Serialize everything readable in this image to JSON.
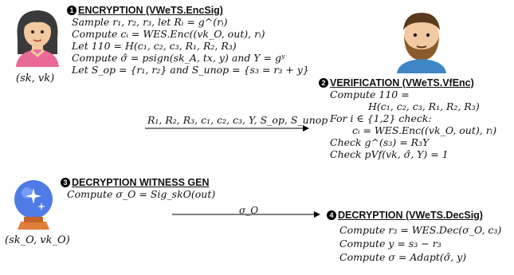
{
  "encryption": {
    "number": "1",
    "heading": "ENCRYPTION (VWeTS.EncSig)",
    "lines": [
      "Sample r₁, r₂, r₃, let Rᵢ = g^(rᵢ)",
      "Compute cᵢ = WES.Enc((vk_O, out), rᵢ)",
      "Let 110 = H(c₁, c₂, c₃, R₁, R₂, R₃)",
      "Compute σ̂ = psign(sk_A, tx, y) and Y = gʸ",
      "Let S_op = {r₁, r₂} and S_unop = {s₃ = r₃ + y}"
    ]
  },
  "sender_label": "(sk, vk)",
  "message_1": "R₁, R₂, R₃, c₁, c₂, c₃, Y, S_op, S_unop",
  "verification": {
    "number": "2",
    "heading": "VERIFICATION (VWeTS.VfEnc)",
    "lines": [
      "Compute 110 =",
      "H(c₁, c₂, c₃, R₁, R₂, R₃)",
      "For i ∈ {1,2} check:",
      "cᵢ = WES.Enc((vk_O, out), rᵢ)",
      "Check g^(s₃) = R₃Y",
      "Check pVf(vk, σ̂, Y) = 1"
    ]
  },
  "witness": {
    "number": "3",
    "heading": "DECRYPTION WITNESS GEN",
    "lines": [
      "Compute σ_O = Sig_skO(out)"
    ]
  },
  "oracle_label": "(sk_O, vk_O)",
  "message_2": "σ_O",
  "decryption": {
    "number": "4",
    "heading": "DECRYPTION (VWeTS.DecSig)",
    "lines": [
      "Compute r₃ = WES.Dec(σ_O, c₃)",
      "Compute y = s₃ − r₃",
      "Compute σ = Adapt(σ̂, y)"
    ]
  },
  "colors": {
    "skin": "#F2C9A0",
    "hair": "#3A3A3A",
    "shirt_pink": "#E96A98",
    "beard": "#8B5A2B",
    "shirt_blue": "#3F86C6",
    "orb": "#4F7BE6",
    "orb_base": "#E07E3C"
  },
  "icons": [
    "woman-avatar-icon",
    "bearded-man-avatar-icon",
    "crystal-ball-icon"
  ]
}
